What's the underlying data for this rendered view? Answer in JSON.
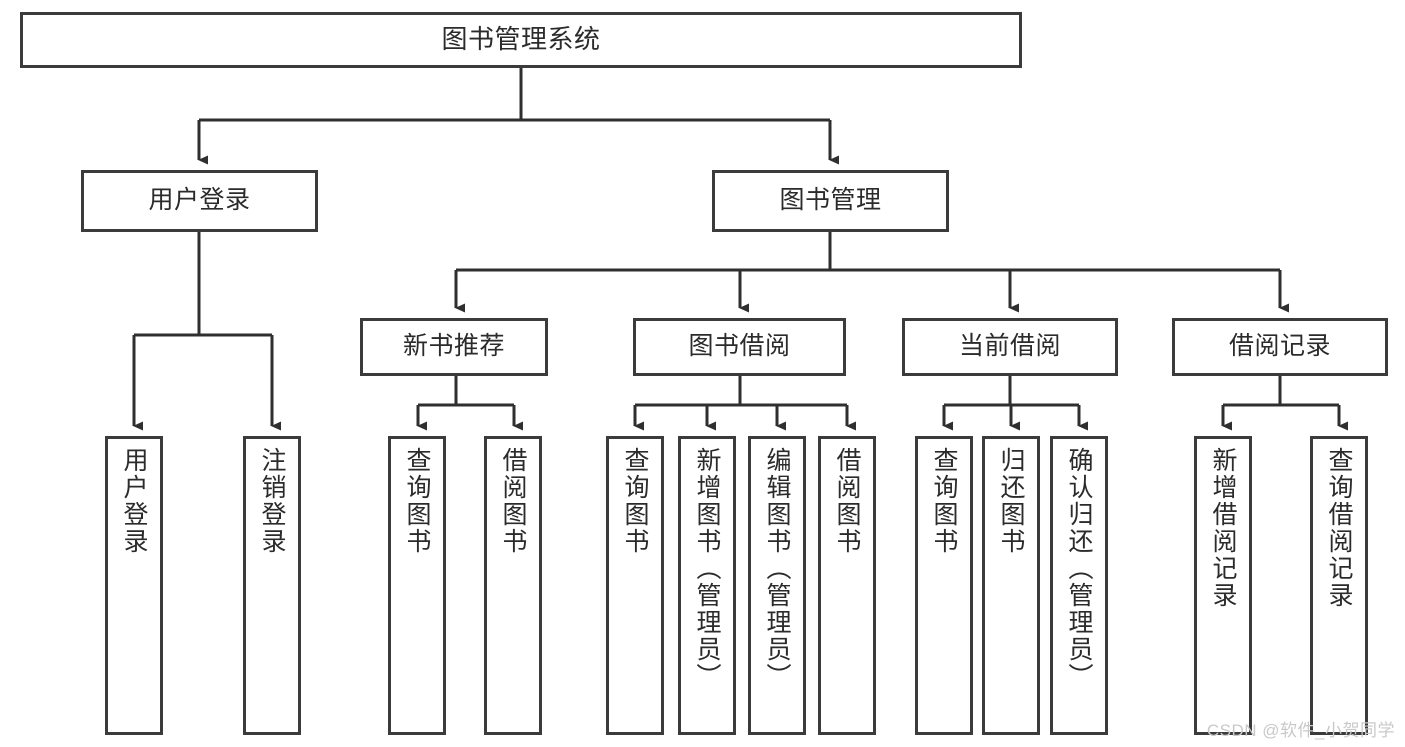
{
  "diagram": {
    "title": "图书管理系统",
    "type": "tree-hierarchy-diagram",
    "style": {
      "border_color": "#3b3b3b",
      "text_color": "#2b2b2b",
      "background": "#ffffff",
      "connector_color": "#2f2f2f"
    },
    "nodes": {
      "root": {
        "label": "图书管理系统"
      },
      "level2": [
        {
          "label": "用户登录"
        },
        {
          "label": "图书管理"
        }
      ],
      "level3": [
        {
          "label": "新书推荐"
        },
        {
          "label": "图书借阅"
        },
        {
          "label": "当前借阅"
        },
        {
          "label": "借阅记录"
        }
      ],
      "leaves": {
        "user_login": [
          {
            "label": "用户登录"
          },
          {
            "label": "注销登录"
          }
        ],
        "new_book_recommend": [
          {
            "label": "查询图书"
          },
          {
            "label": "借阅图书"
          }
        ],
        "book_borrow": [
          {
            "label": "查询图书"
          },
          {
            "label": "新增图书（管理员）"
          },
          {
            "label": "编辑图书（管理员）"
          },
          {
            "label": "借阅图书"
          }
        ],
        "current_borrow": [
          {
            "label": "查询图书"
          },
          {
            "label": "归还图书"
          },
          {
            "label": "确认归还（管理员）"
          }
        ],
        "borrow_record": [
          {
            "label": "新增借阅记录"
          },
          {
            "label": "查询借阅记录"
          }
        ]
      }
    },
    "watermark": "CSDN @软件_小贺同学"
  }
}
